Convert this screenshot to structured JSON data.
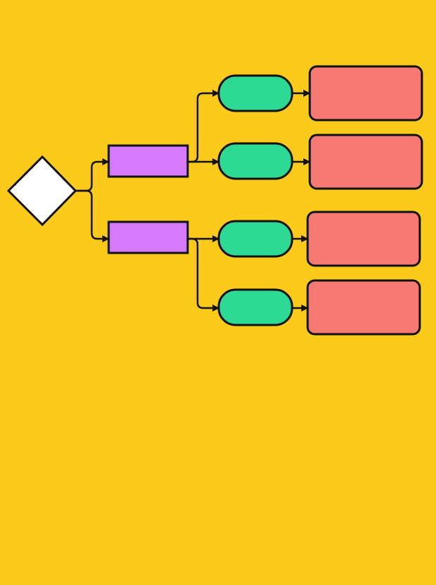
{
  "diagram": {
    "background": "#FCCA1B",
    "colors": {
      "decision": "#FFFFFF",
      "process": "#D57AF9",
      "terminal": "#2ED895",
      "output": "#F67A73",
      "stroke": "#111111"
    },
    "nodes": {
      "decision": {
        "shape": "diamond",
        "label": ""
      },
      "branches": [
        {
          "process": {
            "shape": "rectangle",
            "label": ""
          },
          "outcomes": [
            {
              "terminal": {
                "shape": "rounded-pill",
                "label": ""
              },
              "output": {
                "shape": "rounded-rectangle",
                "label": ""
              }
            },
            {
              "terminal": {
                "shape": "rounded-pill",
                "label": ""
              },
              "output": {
                "shape": "rounded-rectangle",
                "label": ""
              }
            }
          ]
        },
        {
          "process": {
            "shape": "rectangle",
            "label": ""
          },
          "outcomes": [
            {
              "terminal": {
                "shape": "rounded-pill",
                "label": ""
              },
              "output": {
                "shape": "rounded-rectangle",
                "label": ""
              }
            },
            {
              "terminal": {
                "shape": "rounded-pill",
                "label": ""
              },
              "output": {
                "shape": "rounded-rectangle",
                "label": ""
              }
            }
          ]
        }
      ]
    },
    "connector_style": "arrow"
  }
}
